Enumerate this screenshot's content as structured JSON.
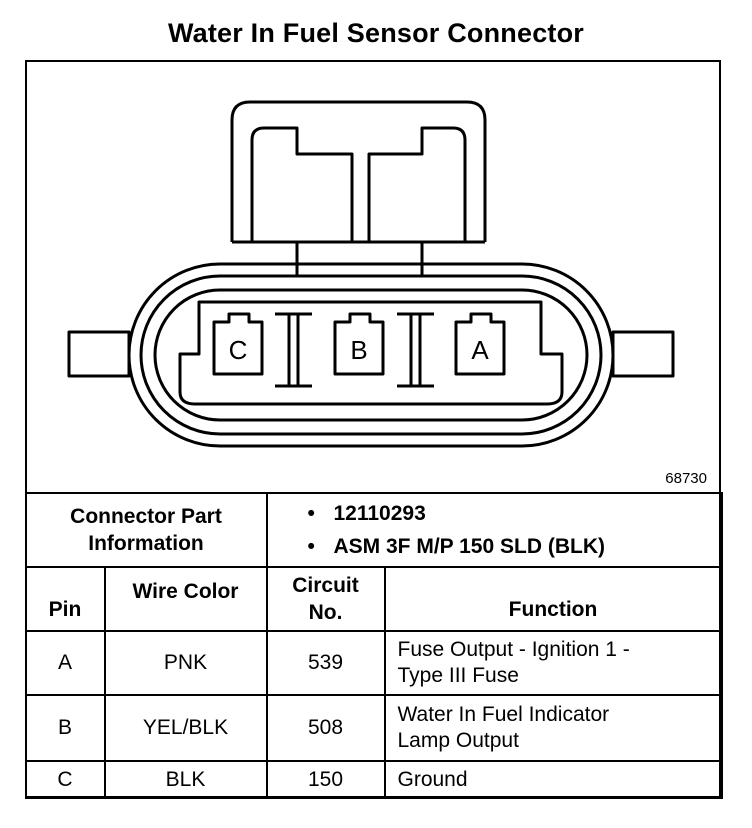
{
  "title": "Water In Fuel Sensor Connector",
  "figure_number": "68730",
  "connector": {
    "pins": [
      {
        "label": "C"
      },
      {
        "label": "B"
      },
      {
        "label": "A"
      }
    ]
  },
  "part_info": {
    "label_line1": "Connector Part",
    "label_line2": "Information",
    "bullet": "•",
    "items": [
      "12110293",
      "ASM 3F M/P 150 SLD (BLK)"
    ]
  },
  "table": {
    "headers": {
      "pin": "Pin",
      "wire_color": "Wire Color",
      "circuit_line1": "Circuit",
      "circuit_line2": "No.",
      "function": "Function"
    },
    "rows": [
      {
        "pin": "A",
        "wire_color": "PNK",
        "circuit": "539",
        "function_line1": "Fuse Output - Ignition 1 -",
        "function_line2": "Type III Fuse"
      },
      {
        "pin": "B",
        "wire_color": "YEL/BLK",
        "circuit": "508",
        "function_line1": "Water In Fuel Indicator",
        "function_line2": "Lamp Output"
      },
      {
        "pin": "C",
        "wire_color": "BLK",
        "circuit": "150",
        "function_line1": "Ground",
        "function_line2": ""
      }
    ]
  }
}
